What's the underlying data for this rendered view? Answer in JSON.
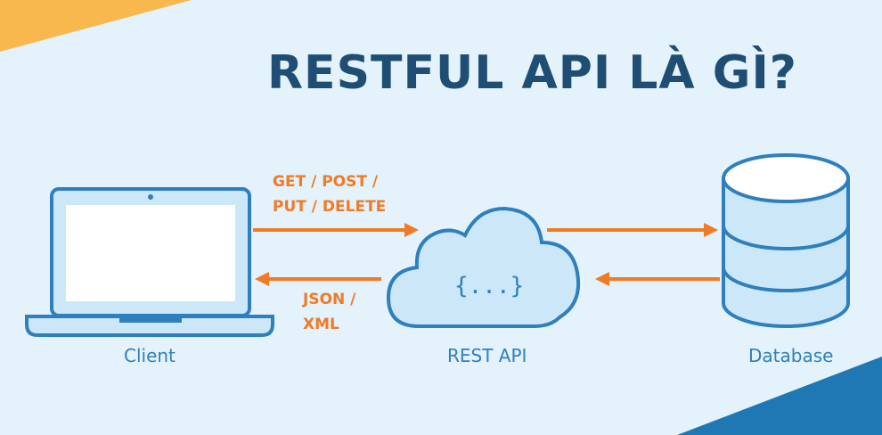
{
  "title": "RESTFUL API LÀ GÌ?",
  "nodes": {
    "client": {
      "label": "Client",
      "icon": "laptop-icon"
    },
    "rest_api": {
      "label": "REST API",
      "icon": "cloud-icon",
      "inner_text": "{...}"
    },
    "database": {
      "label": "Database",
      "icon": "database-icon"
    }
  },
  "edges": {
    "request": {
      "line1": "GET / POST /",
      "line2": "PUT / DELETE"
    },
    "response": {
      "line1": "JSON /",
      "line2": "XML"
    }
  },
  "colors": {
    "background": "#e3f2fb",
    "title": "#1f4d73",
    "accent_blue": "#2f7fbf",
    "fill_blue": "#cce8f8",
    "arrow_orange": "#f07a26",
    "corner_yellow": "#f8b84e",
    "corner_blue": "#1f77b4"
  }
}
